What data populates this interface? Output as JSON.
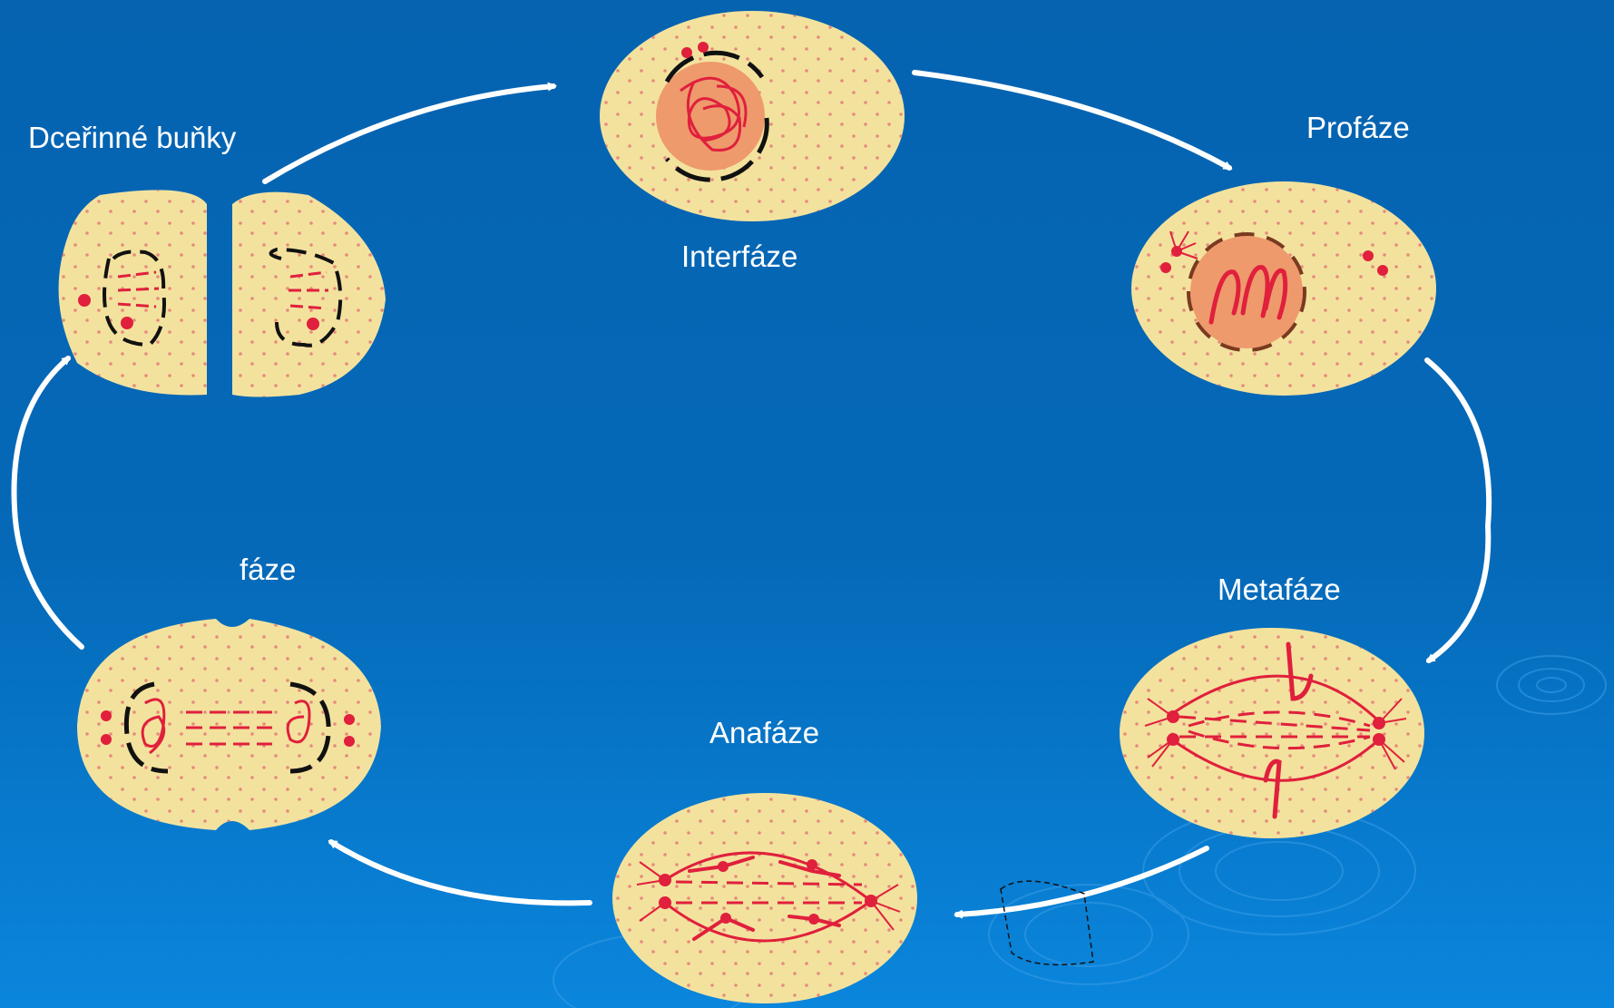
{
  "diagram": {
    "labels": {
      "interphase": "Interfáze",
      "prophase": "Profáze",
      "metaphase": "Metafáze",
      "anaphase": "Anafáze",
      "telophase": "fáze",
      "daughter_cells": "Dceřinné buňky"
    },
    "colors": {
      "background_top": "#0563b0",
      "background_bottom": "#0a86dc",
      "cytoplasm": "#f3e29e",
      "nucleus": "#ee9a6c",
      "chromosome": "#e0203c",
      "membrane": "#111111",
      "arrow": "#ffffff"
    }
  }
}
